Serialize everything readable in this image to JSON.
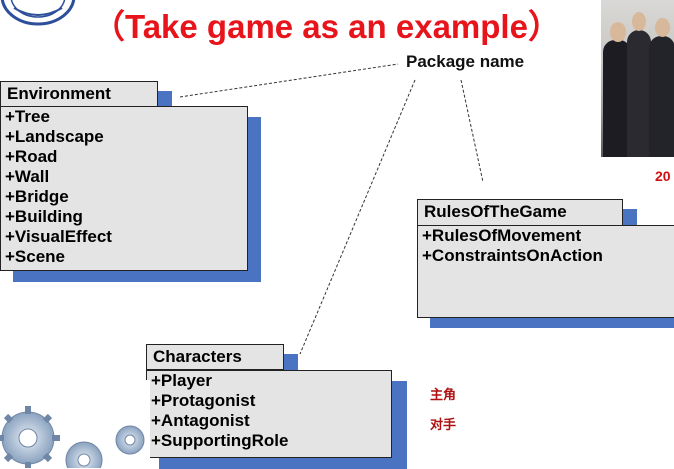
{
  "title": "（Take game as an example）",
  "package_label": "Package name",
  "corner_text": "20",
  "packages": [
    {
      "id": "environment",
      "name": "Environment",
      "items": [
        "+Tree",
        "+Landscape",
        "+Road",
        "+Wall",
        "+Bridge",
        "+Building",
        "+VisualEffect",
        "+Scene"
      ]
    },
    {
      "id": "rules",
      "name": "RulesOfTheGame",
      "items": [
        "+RulesOfMovement",
        "+ConstraintsOnAction"
      ]
    },
    {
      "id": "characters",
      "name": "Characters",
      "items": [
        "+Player",
        "+Protagonist",
        "+Antagonist",
        "+SupportingRole"
      ]
    }
  ],
  "annotations": {
    "protagonist_cn": "主角",
    "antagonist_cn": "对手"
  },
  "colors": {
    "title": "#e8141b",
    "shadow": "#4a73c2",
    "box_fill": "#e4e4e4",
    "annotation": "#b01010"
  }
}
